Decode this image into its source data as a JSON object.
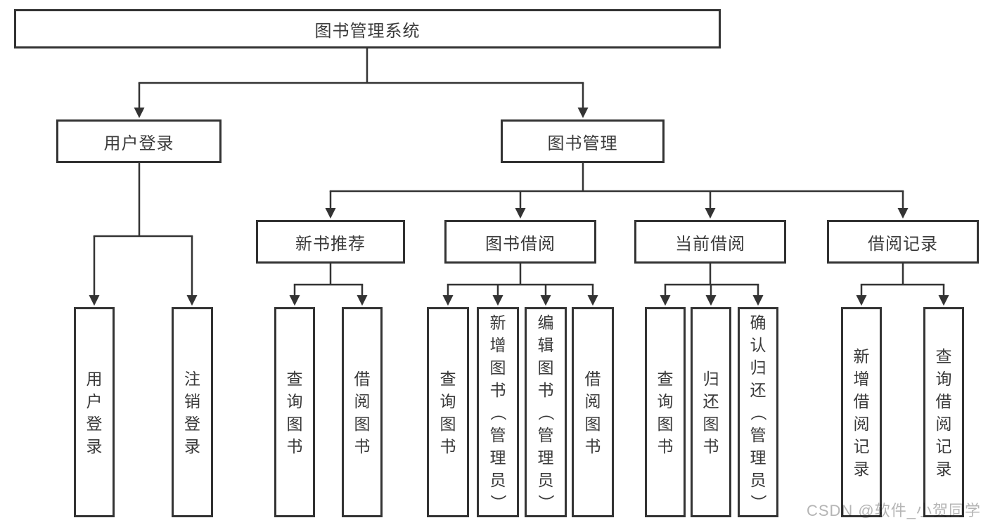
{
  "diagram": {
    "type": "hierarchy-tree",
    "orientation": "top-down",
    "colors": {
      "line": "#333333",
      "box_border": "#333333",
      "box_fill": "#ffffff",
      "text": "#3a3a3a",
      "watermark": "#b5b5b5",
      "background": "#ffffff"
    }
  },
  "tree": {
    "root": {
      "label": "图书管理系统",
      "children": [
        {
          "label": "用户登录",
          "children": [
            {
              "label": "用户登录"
            },
            {
              "label": "注销登录"
            }
          ]
        },
        {
          "label": "图书管理",
          "children": [
            {
              "label": "新书推荐",
              "children": [
                {
                  "label": "查询图书"
                },
                {
                  "label": "借阅图书"
                }
              ]
            },
            {
              "label": "图书借阅",
              "children": [
                {
                  "label": "查询图书"
                },
                {
                  "label": "新增图书（管理员）"
                },
                {
                  "label": "编辑图书（管理员）"
                },
                {
                  "label": "借阅图书"
                }
              ]
            },
            {
              "label": "当前借阅",
              "children": [
                {
                  "label": "查询图书"
                },
                {
                  "label": "归还图书"
                },
                {
                  "label": "确认归还（管理员）"
                }
              ]
            },
            {
              "label": "借阅记录",
              "children": [
                {
                  "label": "新增借阅记录"
                },
                {
                  "label": "查询借阅记录"
                }
              ]
            }
          ]
        }
      ]
    }
  },
  "watermark": {
    "text": "CSDN @软件_小贺同学"
  }
}
